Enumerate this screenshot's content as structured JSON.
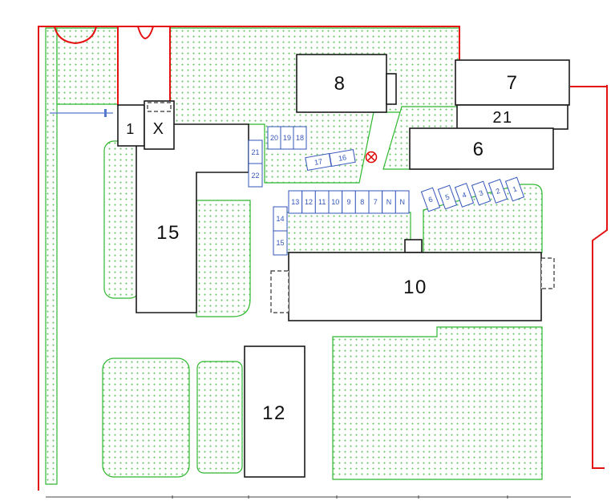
{
  "plan": {
    "buildings": {
      "b1": "1",
      "bx": "X",
      "b15": "15",
      "b8": "8",
      "b7": "7",
      "b21": "21",
      "b6": "6",
      "b10": "10",
      "b12": "12"
    },
    "parking": {
      "row_top": [
        "20",
        "19",
        "18"
      ],
      "row_diag_left": [
        "17",
        "16"
      ],
      "col_right_of_b15": [
        "21",
        "22"
      ],
      "row_main": [
        "13",
        "12",
        "11",
        "10",
        "9",
        "8",
        "7",
        "N",
        "N"
      ],
      "col_left_of_row": [
        "14",
        "15"
      ],
      "row_diag_right": [
        "6",
        "5",
        "4",
        "3",
        "2",
        "1"
      ]
    },
    "symbols": {
      "no_entry": "crossed-circle"
    },
    "colors": {
      "boundary_red": "#e51111",
      "vegetation_border": "#2eb82e",
      "vegetation_dot": "#6ec86e",
      "parking_blue": "#3355bb",
      "building_outline": "#1a1a1a",
      "gate_blue": "#5577cc"
    }
  }
}
